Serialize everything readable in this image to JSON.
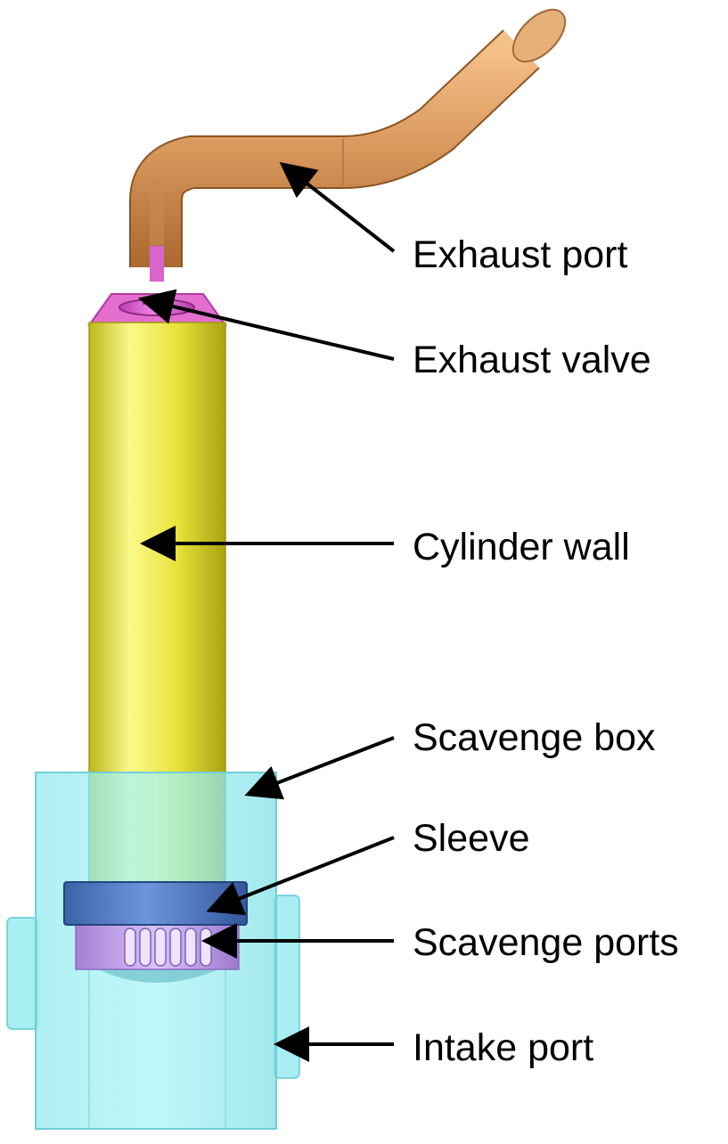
{
  "labels": {
    "exhaust_port": "Exhaust port",
    "exhaust_valve": "Exhaust valve",
    "cylinder_wall": "Cylinder wall",
    "scavenge_box": "Scavenge box",
    "sleeve": "Sleeve",
    "scavenge_ports": "Scavenge ports",
    "intake_port": "Intake port"
  },
  "colors": {
    "exhaust_port": "#d69a5e",
    "exhaust_valve": "#d95ccf",
    "cylinder_wall": "#e6e23c",
    "scavenge_box": "#8fecf0",
    "sleeve": "#4a78c7",
    "scavenge_ports": "#c7a3f0",
    "arrow": "#000000"
  }
}
